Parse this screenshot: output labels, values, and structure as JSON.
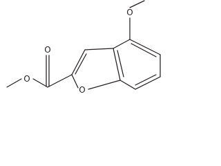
{
  "molecule": {
    "atoms": {
      "carbonyl_oxygen": "O",
      "ester_oxygen": "O",
      "ring_oxygen": "O",
      "methoxy_oxygen": "O"
    }
  }
}
